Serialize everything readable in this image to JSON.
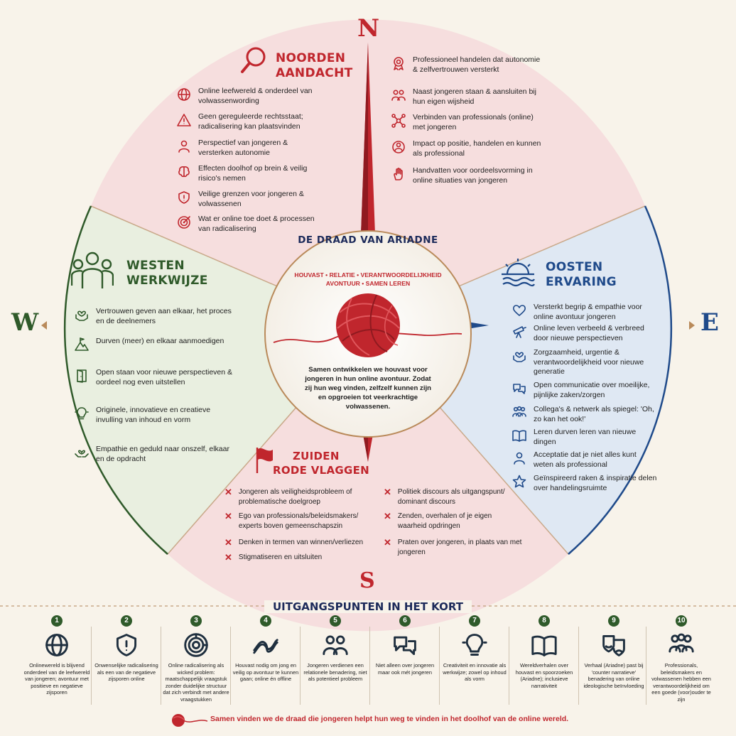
{
  "compass": {
    "n": "N",
    "s": "S",
    "w": "W",
    "e": "E"
  },
  "center": {
    "title": "DE DRAAD VAN ARIADNE",
    "values_line1": "HOUVAST • RELATIE • VERANTWOORDELIJKHEID",
    "values_line2": "AVONTUUR • SAMEN LEREN",
    "text": "Samen ontwikkelen we houvast voor jongeren in hun online avontuur. Zodat zij hun weg vinden, zelfzelf kunnen zijn en opgroeien tot veerkrachtige volwassenen."
  },
  "north": {
    "title1": "NOORDEN",
    "title2": "AANDACHT",
    "left_items": [
      {
        "icon": "globe-icon",
        "text": "Online leefwereld & onderdeel van volwassenwording"
      },
      {
        "icon": "warning-icon",
        "text": "Geen gereguleerde rechtsstaat; radicalisering kan plaatsvinden"
      },
      {
        "icon": "person-icon",
        "text": "Perspectief van jongeren & versterken autonomie"
      },
      {
        "icon": "brain-icon",
        "text": "Effecten doolhof op brein & veilig risico's nemen"
      },
      {
        "icon": "shield-icon",
        "text": "Veilige grenzen voor jongeren & volwassenen"
      },
      {
        "icon": "target-icon",
        "text": "Wat er online toe doet & processen van radicalisering"
      }
    ],
    "right_items": [
      {
        "icon": "award-icon",
        "text": "Professioneel handelen dat autonomie & zelfvertrouwen versterkt"
      },
      {
        "icon": "people-icon",
        "text": "Naast jongeren staan & aansluiten bij hun eigen wijsheid"
      },
      {
        "icon": "network-icon",
        "text": "Verbinden van professionals (online) met jongeren"
      },
      {
        "icon": "impact-icon",
        "text": "Impact op positie, handelen en kunnen als professional"
      },
      {
        "icon": "hand-icon",
        "text": "Handvatten voor oordeelsvorming in online situaties van jongeren"
      }
    ]
  },
  "west": {
    "title1": "WESTEN",
    "title2": "WERKWIJZE",
    "items": [
      {
        "icon": "heart-hands-icon",
        "text": "Vertrouwen geven aan elkaar, het proces en de deelnemers"
      },
      {
        "icon": "mountain-flag-icon",
        "text": "Durven (meer) en elkaar aanmoedigen"
      },
      {
        "icon": "door-icon",
        "text": "Open staan voor nieuwe perspectieven & oordeel nog even uitstellen"
      },
      {
        "icon": "lightbulb-icon",
        "text": "Originele, innovatieve en creatieve invulling van inhoud en vorm"
      },
      {
        "icon": "care-hands-icon",
        "text": "Empathie en geduld naar onszelf, elkaar en de opdracht"
      }
    ]
  },
  "east": {
    "title1": "OOSTEN",
    "title2": "ERVARING",
    "items": [
      {
        "icon": "heart-icon",
        "text": "Versterkt begrip & empathie voor online avontuur jongeren"
      },
      {
        "icon": "telescope-icon",
        "text": "Online leven verbeeld & verbreed door nieuwe perspectieven"
      },
      {
        "icon": "heart-hands-icon",
        "text": "Zorgzaamheid, urgentie & verantwoordelijkheid voor nieuwe generatie"
      },
      {
        "icon": "chat-icon",
        "text": "Open communicatie over moeilijke, pijnlijke zaken/zorgen"
      },
      {
        "icon": "group-icon",
        "text": "Collega's & netwerk als spiegel: 'Oh, zo kan het ook!'"
      },
      {
        "icon": "book-icon",
        "text": "Leren durven leren van nieuwe dingen"
      },
      {
        "icon": "person-icon",
        "text": "Acceptatie dat je niet alles kunt weten als professional"
      },
      {
        "icon": "star-icon",
        "text": "Geïnspireerd raken & inspiratie delen over handelingsruimte"
      }
    ]
  },
  "south": {
    "title1": "ZUIDEN",
    "title2": "RODE VLAGGEN",
    "left_items": [
      "Jongeren als veiligheidsprobleem of problematische doelgroep",
      "Ego van professionals/beleidsmakers/ experts boven gemeenschapszin",
      "Denken in termen van winnen/verliezen",
      "Stigmatiseren en uitsluiten"
    ],
    "right_items": [
      "Politiek discours als uitgangspunt/ dominant discours",
      "Zenden, overhalen of je eigen waarheid opdringen",
      "Praten over jongeren, in plaats van met jongeren"
    ]
  },
  "uitgangspunten": {
    "title": "UITGANGSPUNTEN IN HET KORT",
    "items": [
      {
        "num": "1",
        "icon": "globe-icon",
        "text": "Onlinewereld is blijvend onderdeel van de leefwereld van jongeren; avontuur met positieve en negatieve zijsporen"
      },
      {
        "num": "2",
        "icon": "shield-icon",
        "text": "Onwenselijke radicalisering als een van de negatieve zijsporen online"
      },
      {
        "num": "3",
        "icon": "maze-icon",
        "text": "Online radicalisering als wicked problem: maatschappelijk vraagstuk zonder duidelijke structuur dat zich verbindt met andere vraagstukken"
      },
      {
        "num": "4",
        "icon": "rope-icon",
        "text": "Houvast nodig om jong en veilig op avontuur te kunnen gaan; online én offline"
      },
      {
        "num": "5",
        "icon": "people-icon",
        "text": "Jongeren verdienen een relationele benadering, niet als potentieel probleem"
      },
      {
        "num": "6",
        "icon": "chat-icon",
        "text": "Niet alleen over jongeren maar ook mét jongeren"
      },
      {
        "num": "7",
        "icon": "lightbulb-icon",
        "text": "Creativiteit en innovatie als werkwijze; zowel op inhoud als vorm"
      },
      {
        "num": "8",
        "icon": "book-icon",
        "text": "Wereldverhalen over houvast en spoorzoeken (Ariadne); inclusieve narrativiteit"
      },
      {
        "num": "9",
        "icon": "theater-masks-icon",
        "text": "Verhaal (Ariadne) past bij 'counter narratieve' benadering van online ideologische beïnvloeding"
      },
      {
        "num": "10",
        "icon": "group-icon",
        "text": "Professionals, beleidsmakers en volwassenen hebben een verantwoordelijkheid om een goede (voor)ouder te zijn"
      }
    ]
  },
  "footer": {
    "text": "Samen vinden we de draad die jongeren helpt hun weg te vinden in het doolhof van de online wereld."
  },
  "colors": {
    "red": "#c0262d",
    "green": "#2f5a2a",
    "blue": "#1f4a8a",
    "north_bg": "#f6dede",
    "west_bg": "#e9efe0",
    "east_bg": "#dfe8f3",
    "south_bg": "#f6dede"
  }
}
